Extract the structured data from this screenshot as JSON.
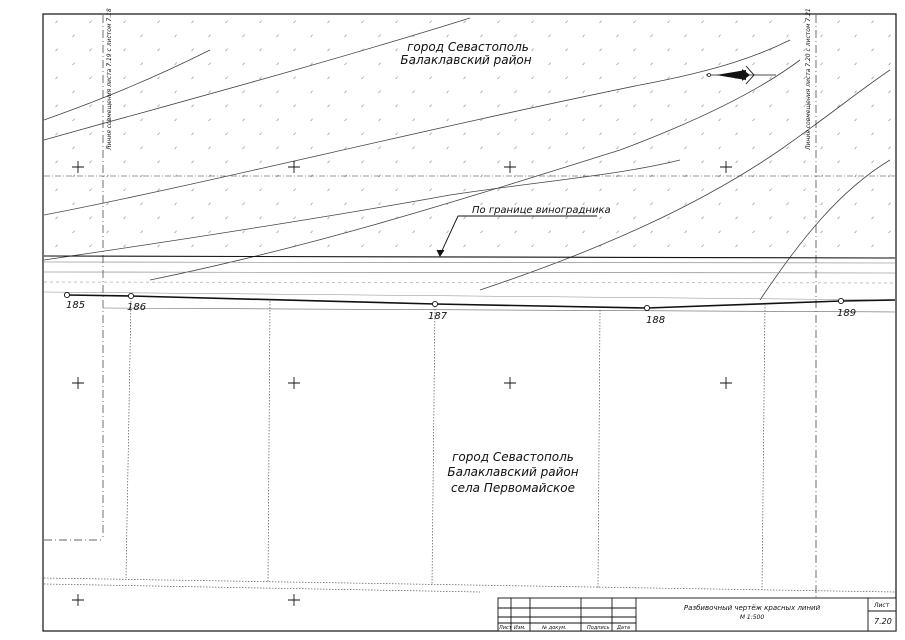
{
  "north_area": {
    "line1": "город Севастополь",
    "line2": "Балаклавский район"
  },
  "south_area": {
    "line1": "город Севастополь",
    "line2": "Балаклавский район",
    "line3": "села Первомайское"
  },
  "callout": "По границе виноградника",
  "match_line_left": "Линия совмещения листа 7.19 с листом 7.18",
  "match_line_right": "Линия совмещения листа 7.20 с листом 7.21",
  "points": [
    "185",
    "186",
    "187",
    "188",
    "189"
  ],
  "title_block": {
    "sheet_title_line1": "Разбивочный чертёж красных линий",
    "sheet_title_line2": "М 1:500",
    "sheet_label": "Лист",
    "sheet_number": "7.20",
    "col_sheet": "Лист",
    "col_change": "Изм.",
    "col_doc": "№ докум.",
    "col_sign": "Подпись",
    "col_date": "Дата"
  }
}
